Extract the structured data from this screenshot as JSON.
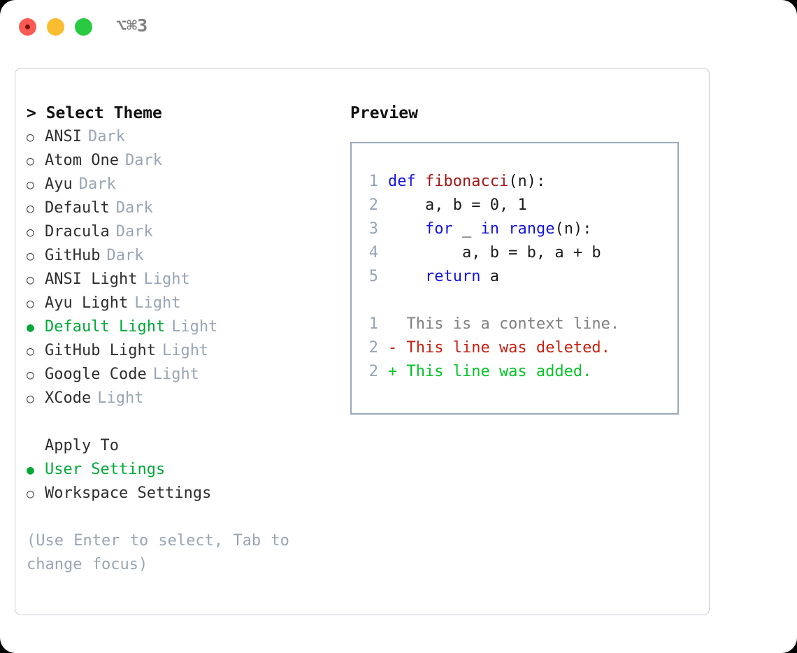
{
  "titlebar": {
    "shortcut": "⌥⌘3",
    "buttons": [
      {
        "name": "close",
        "color": "#fb5a52"
      },
      {
        "name": "minimize",
        "color": "#f9bd2f"
      },
      {
        "name": "maximize",
        "color": "#27ca40"
      }
    ]
  },
  "theme_list": {
    "header": "> Select Theme",
    "items": [
      {
        "marker": "○",
        "label": "ANSI",
        "suffix": "Dark",
        "selected": false
      },
      {
        "marker": "○",
        "label": "Atom One",
        "suffix": "Dark",
        "selected": false
      },
      {
        "marker": "○",
        "label": "Ayu",
        "suffix": "Dark",
        "selected": false
      },
      {
        "marker": "○",
        "label": "Default",
        "suffix": "Dark",
        "selected": false
      },
      {
        "marker": "○",
        "label": "Dracula",
        "suffix": "Dark",
        "selected": false
      },
      {
        "marker": "○",
        "label": "GitHub",
        "suffix": "Dark",
        "selected": false
      },
      {
        "marker": "○",
        "label": "ANSI Light",
        "suffix": "Light",
        "selected": false
      },
      {
        "marker": "○",
        "label": "Ayu Light",
        "suffix": "Light",
        "selected": false
      },
      {
        "marker": "●",
        "label": "Default Light",
        "suffix": "Light",
        "selected": true
      },
      {
        "marker": "○",
        "label": "GitHub Light",
        "suffix": "Light",
        "selected": false
      },
      {
        "marker": "○",
        "label": "Google Code",
        "suffix": "Light",
        "selected": false
      },
      {
        "marker": "○",
        "label": "XCode",
        "suffix": "Light",
        "selected": false
      }
    ]
  },
  "apply_to": {
    "title": "Apply To",
    "items": [
      {
        "marker": "●",
        "label": "User Settings",
        "selected": true
      },
      {
        "marker": "○",
        "label": "Workspace Settings",
        "selected": false
      }
    ]
  },
  "hint": "(Use Enter to select, Tab to change focus)",
  "preview": {
    "title": "Preview",
    "code_lines": [
      {
        "num": "1",
        "tokens": [
          {
            "t": "def ",
            "c": "kw"
          },
          {
            "t": "fibonacci",
            "c": "fn"
          },
          {
            "t": "(n):",
            "c": "plain"
          }
        ]
      },
      {
        "num": "2",
        "tokens": [
          {
            "t": "    a, b = 0, 1",
            "c": "plain"
          }
        ]
      },
      {
        "num": "3",
        "tokens": [
          {
            "t": "    ",
            "c": "plain"
          },
          {
            "t": "for",
            "c": "kw"
          },
          {
            "t": " _ ",
            "c": "plain"
          },
          {
            "t": "in",
            "c": "kw"
          },
          {
            "t": " ",
            "c": "plain"
          },
          {
            "t": "range",
            "c": "kw"
          },
          {
            "t": "(n):",
            "c": "plain"
          }
        ]
      },
      {
        "num": "4",
        "tokens": [
          {
            "t": "        a, b = b, a + b",
            "c": "plain"
          }
        ]
      },
      {
        "num": "5",
        "tokens": [
          {
            "t": "    ",
            "c": "plain"
          },
          {
            "t": "return",
            "c": "kw"
          },
          {
            "t": " a",
            "c": "plain"
          }
        ]
      }
    ],
    "diff_lines": [
      {
        "num": "1",
        "sign": "  ",
        "text": "This is a context line.",
        "kind": "ctx"
      },
      {
        "num": "2",
        "sign": "- ",
        "text": "This line was deleted.",
        "kind": "del"
      },
      {
        "num": "2",
        "sign": "+ ",
        "text": "This line was added.",
        "kind": "add"
      }
    ]
  },
  "colors": {
    "selected_green": "#00a838",
    "muted_gray": "#9aa5b5",
    "keyword_blue": "#1414e0",
    "function_red": "#a01818",
    "diff_delete_red": "#c42112",
    "diff_add_green": "#00c425",
    "line_number": "#94a3b8",
    "panel_border": "#c9ced6",
    "preview_border": "#9aa8bb"
  }
}
